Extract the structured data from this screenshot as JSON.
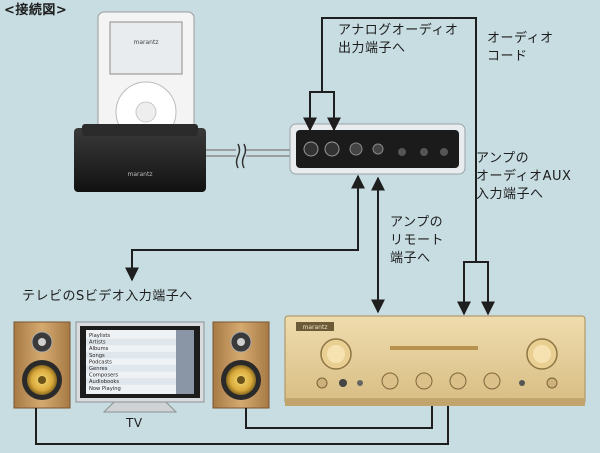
{
  "heading": "<接続図>",
  "labels": {
    "analog_out": "アナログオーディオ\n出力端子へ",
    "audio_cord": "オーディオ\nコード",
    "amp_aux": "アンプの\nオーディオAUX\n入力端子へ",
    "amp_remote": "アンプの\nリモート\n端子へ",
    "tv_svideo": "テレビのSビデオ入力端子へ",
    "tv": "TV"
  },
  "devices": {
    "player_brand": "marantz",
    "dock_brand": "marantz",
    "amp_brand": "marantz"
  },
  "tv_menu": [
    "Playlists",
    "Artists",
    "Albums",
    "Songs",
    "Podcasts",
    "Genres",
    "Composers",
    "Audiobooks",
    "Now Playing"
  ],
  "colors": {
    "background": "#c7dde2",
    "line": "#1e1e1e",
    "amp_gold": "#e6cf9c",
    "speaker_wood": "#c59b63",
    "woofer": "#e2b94a"
  }
}
